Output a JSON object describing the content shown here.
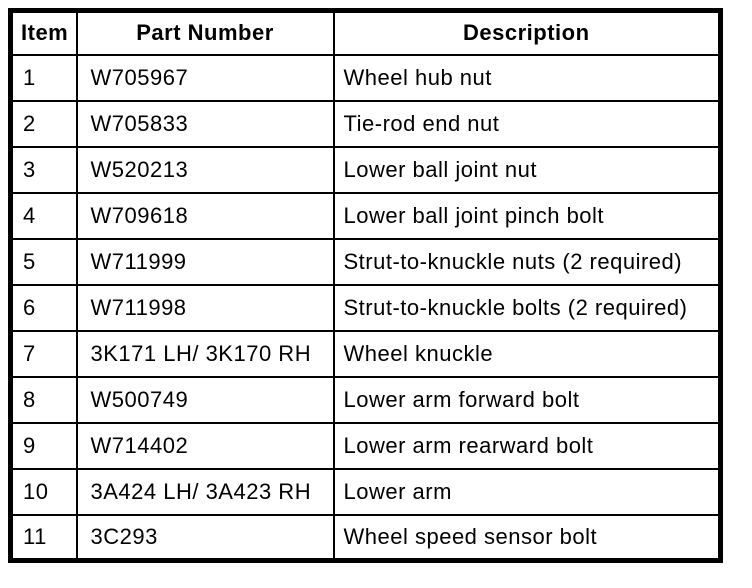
{
  "colors": {
    "border": "#000000",
    "text": "#000000",
    "background": "#ffffff"
  },
  "table": {
    "columns": [
      "Item",
      "Part Number",
      "Description"
    ],
    "rows": [
      [
        "1",
        "W705967",
        "Wheel hub nut"
      ],
      [
        "2",
        "W705833",
        "Tie-rod end nut"
      ],
      [
        "3",
        "W520213",
        "Lower ball joint nut"
      ],
      [
        "4",
        "W709618",
        "Lower ball joint pinch bolt"
      ],
      [
        "5",
        "W711999",
        "Strut-to-knuckle nuts (2 required)"
      ],
      [
        "6",
        "W711998",
        "Strut-to-knuckle bolts (2 required)"
      ],
      [
        "7",
        "3K171 LH/ 3K170 RH",
        "Wheel knuckle"
      ],
      [
        "8",
        "W500749",
        "Lower arm forward bolt"
      ],
      [
        "9",
        "W714402",
        "Lower arm rearward bolt"
      ],
      [
        "10",
        "3A424 LH/ 3A423 RH",
        "Lower arm"
      ],
      [
        "11",
        "3C293",
        "Wheel speed sensor bolt"
      ]
    ]
  }
}
